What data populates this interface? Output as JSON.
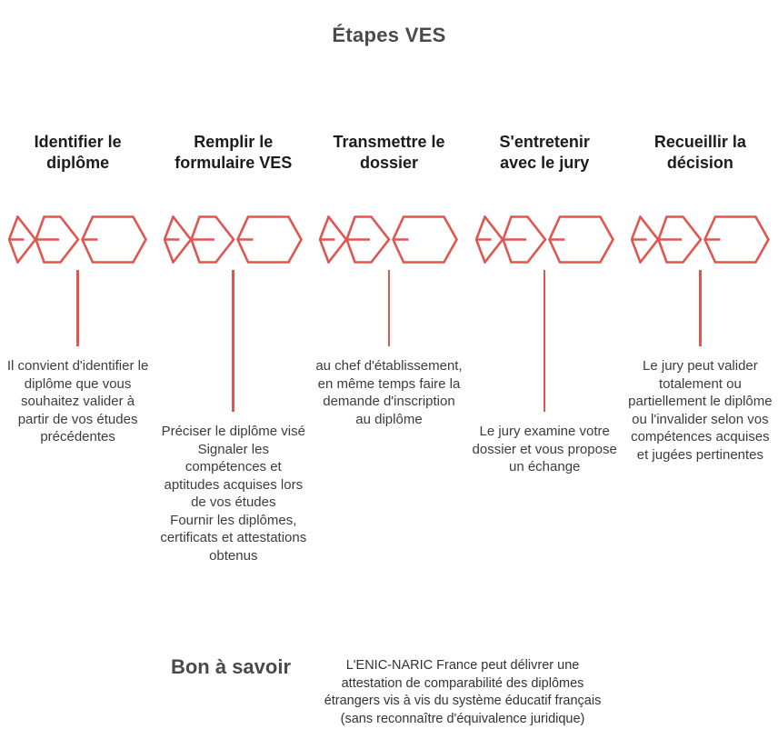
{
  "title": "Étapes VES",
  "steps": [
    {
      "heading": [
        "Identifier le",
        "diplôme"
      ],
      "description": "Il convient d'identifier le diplôme que vous souhaitez valider à partir de vos études précédentes"
    },
    {
      "heading": [
        "Remplir le",
        "formulaire VES"
      ],
      "description": [
        "Préciser le diplôme visé",
        "Signaler les compétences et aptitudes acquises lors de vos études",
        "Fournir les diplômes, certificats et attestations obtenus"
      ]
    },
    {
      "heading": [
        "Transmettre le",
        "dossier"
      ],
      "description": "au chef d'établissement, en même temps faire la demande d'inscription au diplôme"
    },
    {
      "heading": [
        "S'entretenir",
        "avec le jury"
      ],
      "description": "Le jury examine votre dossier et vous propose un échange"
    },
    {
      "heading": [
        "Recueillir la",
        "décision"
      ],
      "description": "Le jury peut valider totalement ou partiellement le diplôme ou l'invalider selon vos compétences acquises et jugées pertinentes"
    }
  ],
  "footer": {
    "label": "Bon à savoir",
    "text": "L'ENIC-NARIC France peut délivrer une attestation de comparabilité des diplômes étrangers vis à vis du système éducatif français (sans reconnaître d'équivalence juridique)"
  },
  "colors": {
    "accent": "#e0564f",
    "heading_text": "#1c1c1c",
    "body_text": "#3c3c3c",
    "muted_heading": "#4a4a4a",
    "background": "#ffffff"
  }
}
